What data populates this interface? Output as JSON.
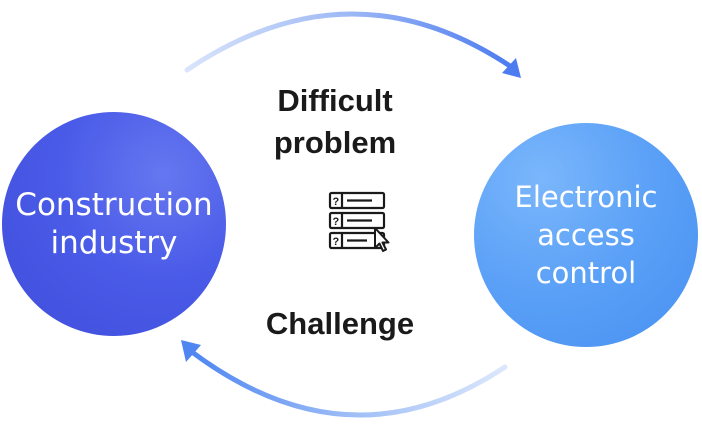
{
  "left_node": {
    "label": "Construction\nindustry"
  },
  "right_node": {
    "label": "Electronic\naccess\ncontrol"
  },
  "top_label": "Difficult\nproblem",
  "bottom_label": "Challenge",
  "center_icon": "question-list-cursor-icon",
  "colors": {
    "left_circle": "#4a5be8",
    "right_circle": "#5aa0f7",
    "arrow": "#4f7ff0",
    "text": "#1a1a1a"
  }
}
